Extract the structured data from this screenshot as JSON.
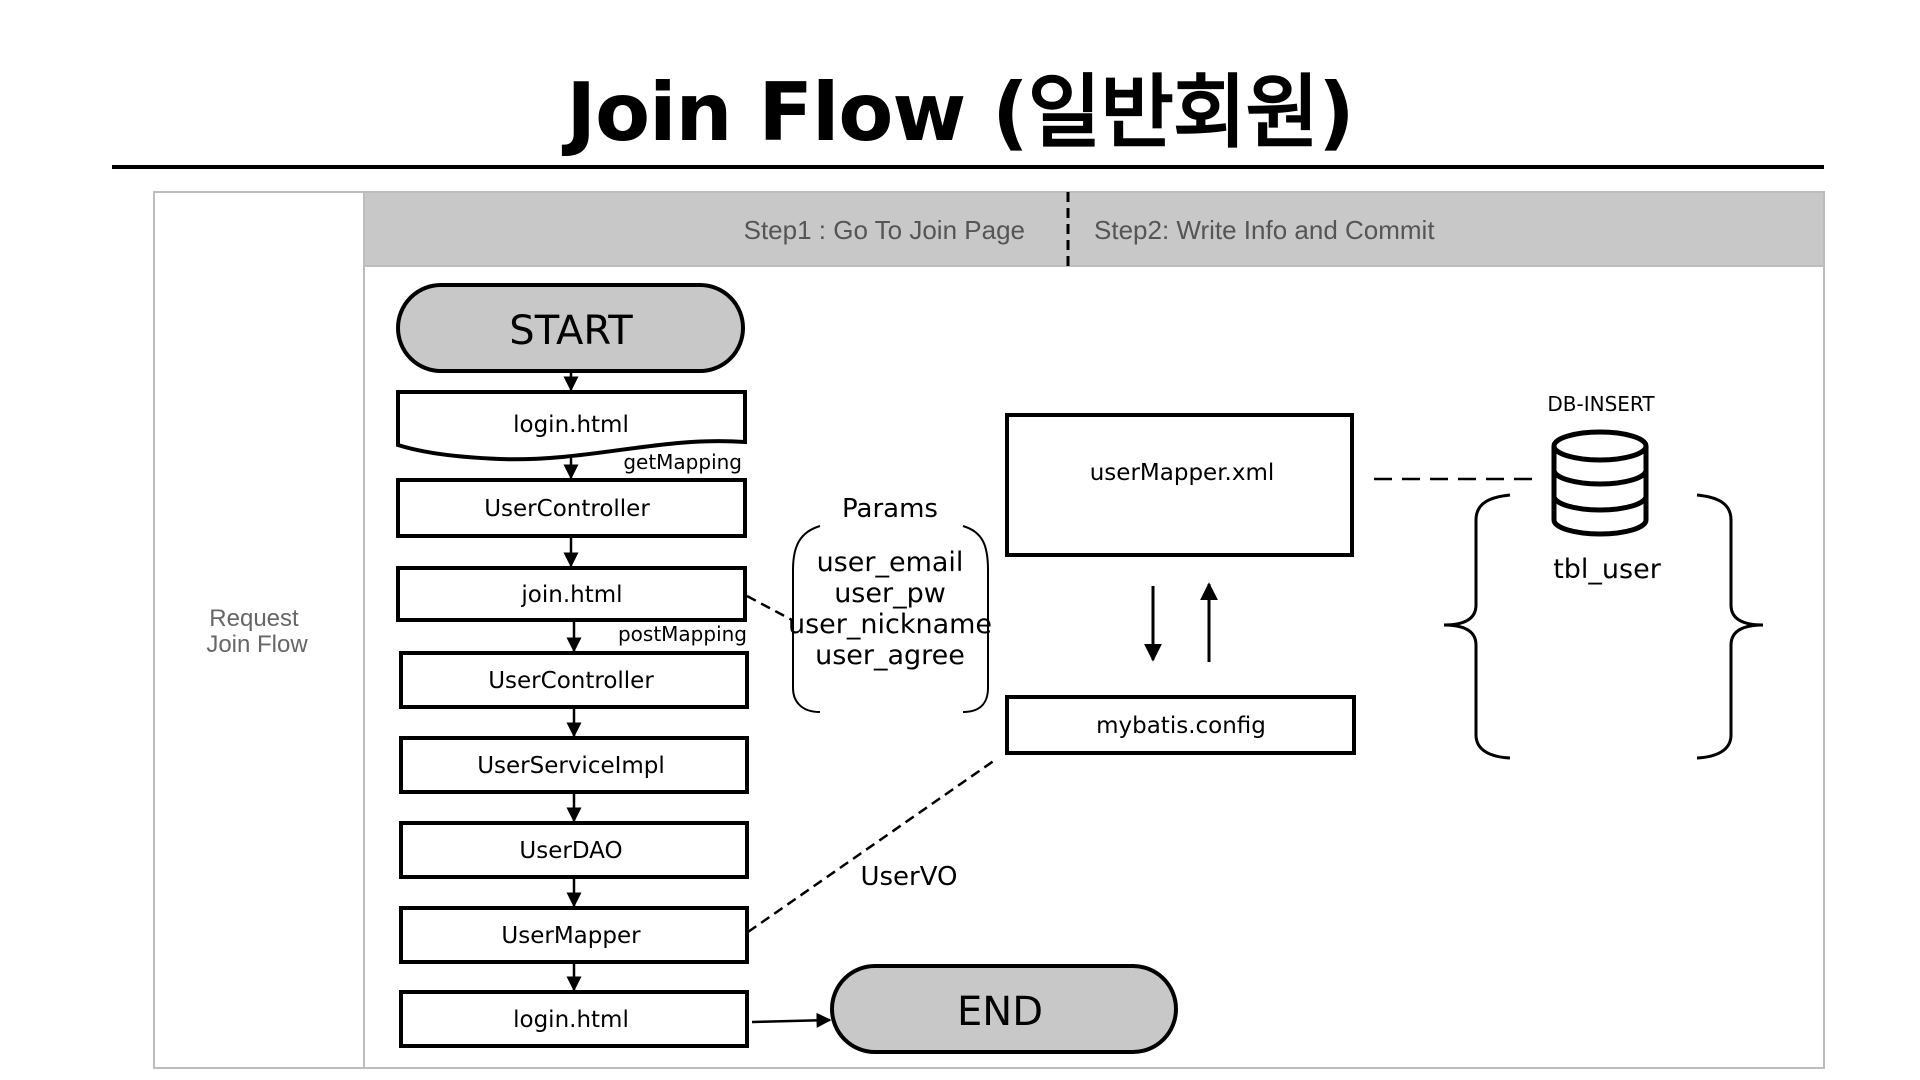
{
  "title": "Join Flow (일반회원)",
  "lane": {
    "label_line1": "Request",
    "label_line2": "Join Flow"
  },
  "steps": [
    "Step1 : Go To Join Page",
    "Step2: Write Info and Commit"
  ],
  "flow": {
    "start": "START",
    "end": "END",
    "nodes": [
      "login.html",
      "UserController",
      "join.html",
      "UserController",
      "UserServiceImpl",
      "UserDAO",
      "UserMapper",
      "login.html"
    ],
    "get_mapping": "getMapping",
    "post_mapping": "postMapping"
  },
  "params": {
    "title": "Params",
    "items": [
      "user_email",
      "user_pw",
      "user_nickname",
      "user_agree"
    ]
  },
  "mapper": {
    "xml": "userMapper.xml",
    "config": "mybatis.config"
  },
  "vo_label": "UserVO",
  "db": {
    "label": "DB-INSERT",
    "table": "tbl_user"
  },
  "colors": {
    "header_band": "#c8c8c8",
    "terminal_fill": "#c8c8c8",
    "frame": "#bdbdbd",
    "line": "#000000"
  }
}
